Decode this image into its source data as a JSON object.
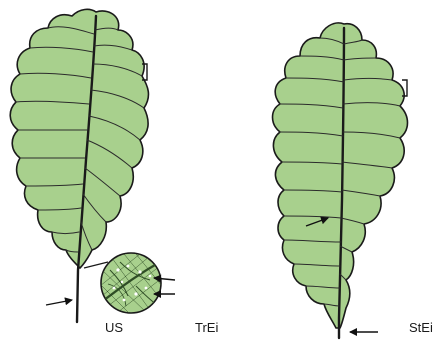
{
  "labels": {
    "underside": "US",
    "left_species": "TrEi",
    "right_species": "StEi"
  },
  "colors": {
    "leaf_fill": "#a8d08d",
    "outline": "#1a1a1a",
    "background": "#ffffff"
  },
  "icons": {
    "arrow": "arrow-icon",
    "bracket": "bracket-icon",
    "magnifier": "magnified-detail-circle"
  }
}
